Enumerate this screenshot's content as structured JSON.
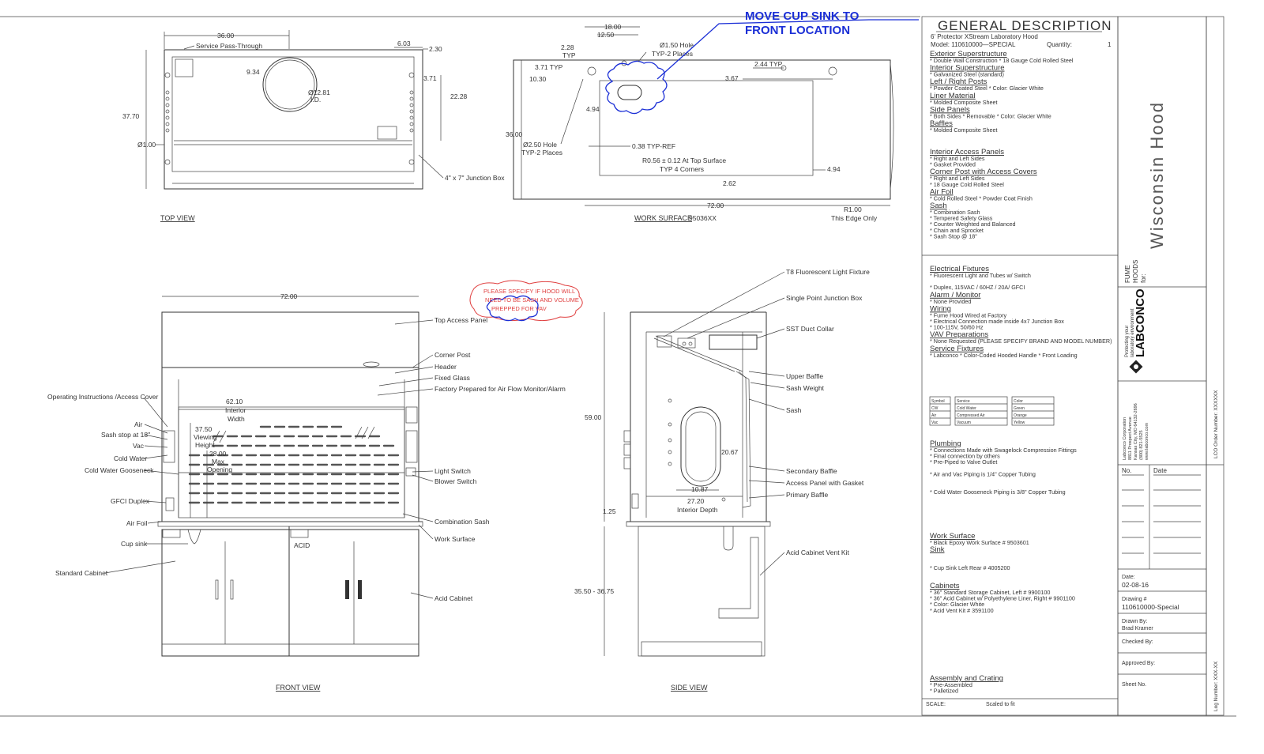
{
  "annotations": {
    "move_cup_sink": [
      "MOVE CUP SINK TO",
      "FRONT LOCATION"
    ],
    "vav_note": [
      "PLEASE SPECIFY IF HOOD WILL",
      "NEED TO BE SASH AND VOLUME",
      "PREPPED FOR VAV"
    ]
  },
  "top_view": {
    "caption": "TOP VIEW",
    "dims": [
      "36.00",
      "6.03",
      "2.30",
      "9.34",
      "3.71",
      "22.28",
      "37.70",
      "Ø1.00",
      "Ø12.81",
      "I.D."
    ],
    "labels": [
      "Service Pass-Through",
      "4\" x 7\" Junction Box"
    ]
  },
  "work_surface": {
    "caption": "WORK SURFACE",
    "part_no": "95036XX",
    "dims": [
      "18.00",
      "12.50",
      "2.28",
      "TYP",
      "3.71 TYP",
      "10.30",
      "Ø1.50 Hole",
      "TYP-2 Places",
      "2.44 TYP",
      "3.67",
      "4.94",
      "36.00",
      "Ø2.50 Hole",
      "TYP-2 Places",
      "0.38 TYP-REF",
      "R0.56 ± 0.12 At Top Surface",
      "TYP 4 Corners",
      "4.94",
      "2.62",
      "72.00",
      "R1.00",
      "This Edge Only"
    ]
  },
  "front_view": {
    "caption": "FRONT VIEW",
    "dims": [
      "72.00",
      "62.10",
      "Interior",
      "Width",
      "37.50",
      "Viewing",
      "Height",
      "28.00",
      "Max",
      "Opening"
    ],
    "left_labels": [
      "Operating Instructions /Access Cover",
      "Air",
      "Sash stop at 18\"",
      "Vac",
      "Cold Water",
      "Cold Water Gooseneck",
      "GFCI Duplex",
      "Air Foil",
      "Cup sink",
      "Standard Cabinet"
    ],
    "right_labels": [
      "Top Access Panel",
      "Corner Post",
      "Header",
      "Fixed Glass",
      "Factory Prepared for Air Flow Monitor/Alarm",
      "Light Switch",
      "Blower Switch",
      "Combination Sash",
      "Work Surface",
      "Acid Cabinet"
    ],
    "acid": "ACID"
  },
  "side_view": {
    "caption": "SIDE VIEW",
    "dims": [
      "59.00",
      "20.67",
      "10.87",
      "27.20",
      "Interior Depth",
      "1.25",
      "35.50 - 36.75"
    ],
    "labels": [
      "T8 Fluorescent Light Fixture",
      "Single Point Junction Box",
      "SST Duct Collar",
      "Upper Baffle",
      "Sash Weight",
      "Sash",
      "Secondary Baffle",
      "Access Panel with Gasket",
      "Primary Baffle",
      "Acid Cabinet Vent Kit"
    ]
  },
  "general_description": {
    "title": "GENERAL DESCRIPTION",
    "product": "6' Protector XStream Laboratory Hood",
    "model": "Model: 110610000—SPECIAL",
    "quantity": "Quantity:",
    "quantity_value": "1",
    "sections": [
      {
        "h": "Exterior Superstructure",
        "items": [
          "* Double Wall Construction * 18 Gauge Cold Rolled Steel"
        ]
      },
      {
        "h": "Interior Superstructure",
        "items": [
          "* Galvanized Steel (standard)"
        ]
      },
      {
        "h": "Left / Right Posts",
        "items": [
          "* Powder Coated Steel * Color: Glacier White"
        ]
      },
      {
        "h": "Liner Material",
        "items": [
          "* Molded Composite Sheet"
        ]
      },
      {
        "h": "Side Panels",
        "items": [
          "* Both Sides * Removable * Color: Glacier White"
        ]
      },
      {
        "h": "Baffles",
        "items": [
          "* Molded Composite Sheet"
        ]
      },
      {
        "h": "Interior Access Panels",
        "items": [
          "* Right and Left Sides",
          "* Gasket Provided"
        ]
      },
      {
        "h": "Corner Post with Access Covers",
        "items": [
          "* Right and Left Sides",
          "* 18 Gauge Cold Rolled Steel"
        ]
      },
      {
        "h": "Air Foil",
        "items": [
          "* Cold Rolled Steel * Powder Coat Finish"
        ]
      },
      {
        "h": "Sash",
        "items": [
          "* Combination Sash",
          "* Tempered Safety Glass",
          "* Counter Weighted and Balanced",
          "* Chain and Sprocket",
          "* Sash Stop @ 18\""
        ]
      },
      {
        "h": "Electrical Fixtures",
        "items": [
          "* Fluorescent Light and Tubes w/ Switch",
          "",
          "* Duplex, 115VAC / 60HZ / 20A/ GFCI"
        ]
      },
      {
        "h": "Alarm / Monitor",
        "items": [
          "* None Provided"
        ]
      },
      {
        "h": "Wiring",
        "items": [
          "* Fume Hood Wired at Factory",
          "* Electrical Connection made inside 4x7 Junction Box",
          "* 100-115V, 50/60 Hz"
        ]
      },
      {
        "h": "VAV Preparations",
        "items": [
          "* None Requested (PLEASE SPECIFY BRAND AND MODEL NUMBER)"
        ]
      },
      {
        "h": "Service Fixtures",
        "items": [
          "* Labconco * Color-Coded Hooded Handle * Front Loading"
        ]
      }
    ],
    "fixture_table": {
      "headers": [
        "Symbol",
        "Service",
        "Color"
      ],
      "rows": [
        [
          "CW",
          "Cold Water",
          "Green"
        ],
        [
          "Air",
          "Compressed Air",
          "Orange"
        ],
        [
          "Vac",
          "Vacuum",
          "Yellow"
        ]
      ]
    },
    "plumbing": {
      "h": "Plumbing",
      "items": [
        "* Connections Made with Swagelock Compression Fittings",
        "* Final connection by others",
        "* Pre-Piped to Valve Outlet",
        "",
        "* Air and Vac Piping is 1/4\" Copper Tubing",
        "",
        "",
        "* Cold Water Gooseneck Piping is 3/8\" Copper Tubing"
      ]
    },
    "work_surface": {
      "h": "Work Surface",
      "items": [
        "* Black Epoxy Work Surface # 9503601"
      ]
    },
    "sink": {
      "h": "Sink",
      "items": [
        "",
        "",
        "* Cup Sink Left Rear # 4005200"
      ]
    },
    "cabinets": {
      "h": "Cabinets",
      "items": [
        "* 36\" Standard Storage Cabinet, Left # 9900100",
        "* 36\" Acid Cabinet w/ Polyethylene Liner, Right # 9901100",
        "* Color: Glacier White",
        "* Acid Vent Kit # 3591100"
      ]
    },
    "assembly": {
      "h": "Assembly and Crating",
      "items": [
        "* Pre-Assembled",
        "* Palletized"
      ]
    },
    "scale_label": "SCALE:",
    "scale_value": "Scaled to fit"
  },
  "title_block": {
    "project": "Wisconsin Hood",
    "fume_hoods": [
      "FUME",
      "HOODS",
      "for:"
    ],
    "brand": "LABCONCO",
    "tagline": [
      "Protecting your",
      "laboratory environment"
    ],
    "company": [
      "Labconco Corporation",
      "8811 Prospect Avenue",
      "Kansas City, MO 64132-2696",
      "(800) 821-5525",
      "www.labconco.com"
    ],
    "lco_order": "LCO Order Number: XXXXXX",
    "rev_no": "No.",
    "rev_date": "Date",
    "date_label": "Date:",
    "date_value": "02-08-16",
    "drawing_label": "Drawing #",
    "drawing_value": "110610000-Special",
    "drawn_label": "Drawn By:",
    "drawn_value": "Brad Kramer",
    "checked_label": "Checked By:",
    "approved_label": "Approved By:",
    "sheet_label": "Sheet No.",
    "log_number": "Log Number: XXX-XX"
  }
}
